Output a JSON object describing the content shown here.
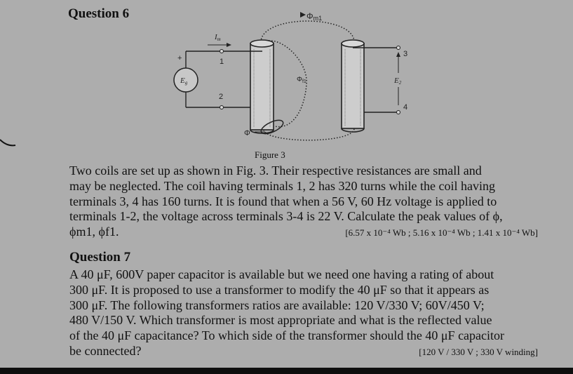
{
  "question6": {
    "heading": "Question 6",
    "figure": {
      "caption": "Figure 3",
      "labels": {
        "phi_m1": "Φm1",
        "i_m": "Im",
        "plus": "+",
        "terminal1": "1",
        "terminal2": "2",
        "terminal3": "3",
        "terminal4": "4",
        "source": "Eg",
        "e2": "E2",
        "phi_f1": "Φf1",
        "phi": "Φ"
      }
    },
    "body_lines": [
      "Two coils are set up as shown in Fig. 3. Their respective resistances are small and",
      "may be neglected. The coil having terminals 1, 2 has 320 turns while the coil having",
      "terminals 3, 4 has 160 turns. It is found that when a 56 V, 60 Hz voltage is applied to",
      "terminals 1-2, the voltage across terminals 3-4 is 22 V. Calculate the peak values of ϕ,"
    ],
    "last_line": "ϕm1, ϕf1.",
    "answer": "[6.57 x 10⁻⁴ Wb ; 5.16 x 10⁻⁴ Wb ; 1.41 x 10⁻⁴ Wb]"
  },
  "question7": {
    "heading": "Question 7",
    "body_lines": [
      "A 40 μF, 600V paper capacitor is available but we need one having a rating of about",
      "300 μF. It is proposed to use a transformer to modify the 40 μF so that it appears as",
      "300 μF. The following transformers ratios are available: 120 V/330 V; 60V/450 V;",
      "480 V/150 V. Which transformer is most appropriate and what is the reflected value",
      "of the 40 μF capacitance? To which side of the transformer should the 40 μF capacitor"
    ],
    "last_line": "be connected?",
    "answer": "[120 V / 330 V ; 330 V winding]"
  }
}
